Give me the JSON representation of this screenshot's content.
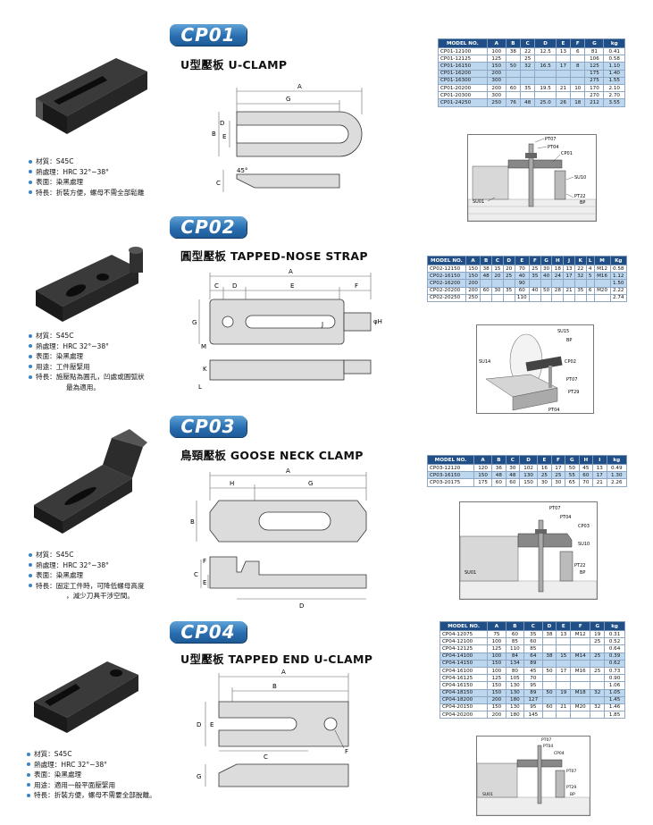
{
  "sections": [
    {
      "id": "cp01",
      "code": "CP01",
      "title": "U型壓板  U-CLAMP",
      "props": [
        "材質：S45C",
        "熱處理：HRC 32°~38°",
        "表面：染黑處理",
        "特長：折裝方便，螺母不需全部鬆離"
      ],
      "dims": {
        "A": "A",
        "G": "G",
        "D": "D",
        "E": "E",
        "B": "B",
        "C": "C",
        "ang": "45°"
      },
      "table": {
        "headers": [
          "MODEL NO.",
          "A",
          "B",
          "C",
          "D",
          "E",
          "F",
          "G",
          "kg"
        ],
        "rows": [
          {
            "hl": false,
            "cells": [
              "CP01-12100",
              "100",
              "38",
              "22",
              "12.5",
              "13",
              "6",
              "81",
              "0.41"
            ]
          },
          {
            "hl": false,
            "cells": [
              "CP01-12125",
              "125",
              "",
              "25",
              "",
              "",
              "",
              "106",
              "0.58"
            ]
          },
          {
            "hl": true,
            "cells": [
              "CP01-16150",
              "150",
              "50",
              "32",
              "16.5",
              "17",
              "8",
              "125",
              "1.10"
            ]
          },
          {
            "hl": true,
            "cells": [
              "CP01-16200",
              "200",
              "",
              "",
              "",
              "",
              "",
              "175",
              "1.40"
            ]
          },
          {
            "hl": true,
            "cells": [
              "CP01-16300",
              "300",
              "",
              "",
              "",
              "",
              "",
              "275",
              "1.55"
            ]
          },
          {
            "hl": false,
            "cells": [
              "CP01-20200",
              "200",
              "60",
              "35",
              "19.5",
              "21",
              "10",
              "170",
              "2.10"
            ]
          },
          {
            "hl": false,
            "cells": [
              "CP01-20300",
              "300",
              "",
              "",
              "",
              "",
              "",
              "270",
              "2.70"
            ]
          },
          {
            "hl": true,
            "cells": [
              "CP01-24250",
              "250",
              "76",
              "48",
              "25.0",
              "26",
              "18",
              "212",
              "3.55"
            ]
          }
        ]
      },
      "setup": [
        "PT07",
        "PT04",
        "CP01",
        "SU10",
        "SU01",
        "PT22",
        "BP"
      ]
    },
    {
      "id": "cp02",
      "code": "CP02",
      "title": "圓型壓板  TAPPED-NOSE STRAP",
      "props": [
        "材質：S45C",
        "熱處理：HRC 32°~38°",
        "表面：染黑處理",
        "用途：工件壓緊用",
        "特長：施壓點為圓孔，凹處或圓弧狀",
        "最為適用。"
      ],
      "dims": {
        "A": "A",
        "C": "C",
        "D": "D",
        "E": "E",
        "F": "F",
        "G": "G",
        "J": "J",
        "H": "φH",
        "M": "M",
        "K": "K",
        "L": "L"
      },
      "table": {
        "headers": [
          "MODEL NO.",
          "A",
          "B",
          "C",
          "D",
          "E",
          "F",
          "G",
          "H",
          "J",
          "K",
          "L",
          "M",
          "Kg"
        ],
        "rows": [
          {
            "hl": false,
            "cells": [
              "CP02-12150",
              "150",
              "38",
              "15",
              "20",
              "70",
              "25",
              "30",
              "18",
              "13",
              "22",
              "4",
              "M12",
              "0.58"
            ]
          },
          {
            "hl": true,
            "cells": [
              "CP02-16150",
              "150",
              "48",
              "20",
              "25",
              "40",
              "35",
              "40",
              "24",
              "17",
              "32",
              "5",
              "M16",
              "1.12"
            ]
          },
          {
            "hl": true,
            "cells": [
              "CP02-16200",
              "200",
              "",
              "",
              "",
              "90",
              "",
              "",
              "",
              "",
              "",
              "",
              "",
              "1.50"
            ]
          },
          {
            "hl": false,
            "cells": [
              "CP02-20200",
              "200",
              "60",
              "30",
              "35",
              "60",
              "40",
              "50",
              "28",
              "21",
              "35",
              "6",
              "M20",
              "2.22"
            ]
          },
          {
            "hl": false,
            "cells": [
              "CP02-20250",
              "250",
              "",
              "",
              "",
              "110",
              "",
              "",
              "",
              "",
              "",
              "",
              "",
              "2.74"
            ]
          }
        ]
      },
      "setup": [
        "SU15",
        "BP",
        "SU14",
        "CP02",
        "PT07",
        "PT29",
        "PT04"
      ]
    },
    {
      "id": "cp03",
      "code": "CP03",
      "title": "鳥頸壓板  GOOSE NECK CLAMP",
      "props": [
        "材質：S45C",
        "熱處理：HRC 32°~38°",
        "表面：染黑處理",
        "特長：固定工件時，可降低螺母高度",
        "，減少刀具干涉空間。"
      ],
      "dims": {
        "A": "A",
        "H": "H",
        "G": "G",
        "B": "B",
        "F": "F",
        "C": "C",
        "E": "E",
        "D": "D"
      },
      "table": {
        "headers": [
          "MODEL NO.",
          "A",
          "B",
          "C",
          "D",
          "E",
          "F",
          "G",
          "H",
          "I",
          "kg"
        ],
        "rows": [
          {
            "hl": false,
            "cells": [
              "CP03-12120",
              "120",
              "36",
              "30",
              "102",
              "16",
              "17",
              "50",
              "45",
              "13",
              "0.49"
            ]
          },
          {
            "hl": true,
            "cells": [
              "CP03-16150",
              "150",
              "48",
              "48",
              "130",
              "25",
              "25",
              "55",
              "60",
              "17",
              "1.30"
            ]
          },
          {
            "hl": false,
            "cells": [
              "CP03-20175",
              "175",
              "60",
              "60",
              "150",
              "30",
              "30",
              "65",
              "70",
              "21",
              "2.26"
            ]
          }
        ]
      },
      "setup": [
        "PT07",
        "PT04",
        "CP03",
        "SU10",
        "SU01",
        "PT22",
        "BP"
      ]
    },
    {
      "id": "cp04",
      "code": "CP04",
      "title": "U型壓板  TAPPED END U-CLAMP",
      "props": [
        "材質：S45C",
        "熱處理：HRC 32°~38°",
        "表面：染黑處理",
        "用途：適用一般平面壓緊用",
        "特長：折裝方便，螺母不需要全部脫離。"
      ],
      "dims": {
        "A": "A",
        "B": "B",
        "C": "C",
        "D": "D",
        "E": "E",
        "F": "F",
        "G": "G"
      },
      "table": {
        "headers": [
          "MODEL NO.",
          "A",
          "B",
          "C",
          "D",
          "E",
          "F",
          "G",
          "kg"
        ],
        "rows": [
          {
            "hl": false,
            "cells": [
              "CP04-12075",
              "75",
              "60",
              "35",
              "38",
              "13",
              "M12",
              "19",
              "0.31"
            ]
          },
          {
            "hl": false,
            "cells": [
              "CP04-12100",
              "100",
              "85",
              "60",
              "",
              "",
              "",
              "25",
              "0.52"
            ]
          },
          {
            "hl": false,
            "cells": [
              "CP04-12125",
              "125",
              "110",
              "85",
              "",
              "",
              "",
              "",
              "0.64"
            ]
          },
          {
            "hl": true,
            "cells": [
              "CP04-14100",
              "100",
              "84",
              "64",
              "38",
              "15",
              "M14",
              "25",
              "0.39"
            ]
          },
          {
            "hl": true,
            "cells": [
              "CP04-14150",
              "150",
              "134",
              "89",
              "",
              "",
              "",
              "",
              "0.62"
            ]
          },
          {
            "hl": false,
            "cells": [
              "CP04-16100",
              "100",
              "80",
              "45",
              "50",
              "17",
              "M16",
              "25",
              "0.73"
            ]
          },
          {
            "hl": false,
            "cells": [
              "CP04-16125",
              "125",
              "105",
              "70",
              "",
              "",
              "",
              "",
              "0.90"
            ]
          },
          {
            "hl": false,
            "cells": [
              "CP04-16150",
              "150",
              "130",
              "95",
              "",
              "",
              "",
              "",
              "1.06"
            ]
          },
          {
            "hl": true,
            "cells": [
              "CP04-18150",
              "150",
              "130",
              "89",
              "50",
              "19",
              "M18",
              "32",
              "1.05"
            ]
          },
          {
            "hl": true,
            "cells": [
              "CP04-18200",
              "200",
              "180",
              "127",
              "",
              "",
              "",
              "",
              "1.45"
            ]
          },
          {
            "hl": false,
            "cells": [
              "CP04-20150",
              "150",
              "130",
              "95",
              "60",
              "21",
              "M20",
              "32",
              "1.46"
            ]
          },
          {
            "hl": false,
            "cells": [
              "CP04-20200",
              "200",
              "180",
              "145",
              "",
              "",
              "",
              "",
              "1.85"
            ]
          }
        ]
      },
      "setup": [
        "PT07",
        "PT04",
        "CP04",
        "PT07",
        "PT29",
        "SU01",
        "BP"
      ]
    }
  ]
}
